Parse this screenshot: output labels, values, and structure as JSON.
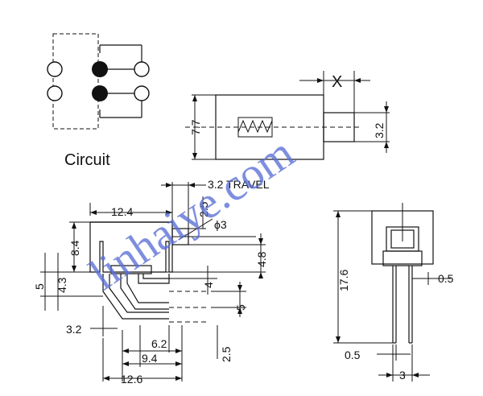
{
  "circuit": {
    "label": "Circuit"
  },
  "side_view": {
    "x_label": "X",
    "height_label": "7.7",
    "actuator_label": "3.2"
  },
  "front_view": {
    "travel_label": "3.2 TRAVEL",
    "width_label": "12.4",
    "d_2_5_top": "2.5",
    "phi_label": "ϕ3",
    "d_8_4": "8.4",
    "d_4_8": "4.8",
    "d_5_left": "5",
    "d_4_3": "4.3",
    "d_4_right": "4",
    "d_5_right": "5",
    "d_3_2": "3.2",
    "d_6_2": "6.2",
    "d_9_4": "9.4",
    "d_12_6": "12.6",
    "d_2_5_bottom": "2.5"
  },
  "end_view": {
    "height_label": "17.6",
    "pin_label": "0.5",
    "pin_spacing_label": "0.5",
    "width_label": "3"
  },
  "watermark": {
    "text": "linhaiye.com"
  }
}
